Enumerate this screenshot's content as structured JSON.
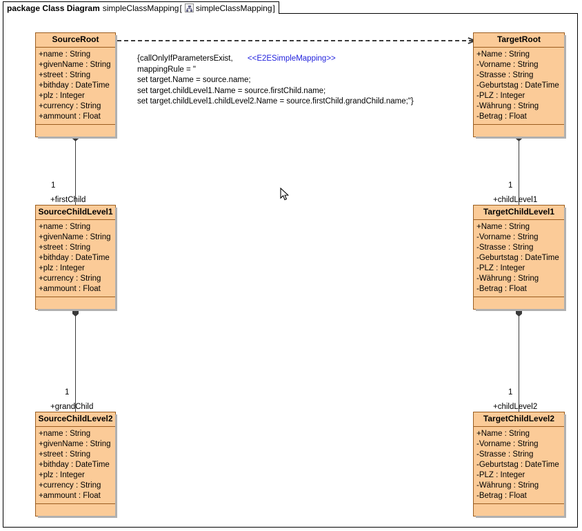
{
  "header": {
    "keyword": "package Class Diagram",
    "name": "simpleClassMapping",
    "bracket_open": "[",
    "icon": "class-diagram-icon",
    "inner_name": "simpleClassMapping",
    "bracket_close": "]"
  },
  "colors": {
    "class_fill": "#fbcb98",
    "class_border": "#9a5c1e",
    "stereotype_text": "#2222dd",
    "connector": "#3a3a3a",
    "canvas": "#ffffff"
  },
  "note": {
    "line1_main": "{callOnlyIfParametersExist,",
    "line1_stereotype": "<<E2ESimpleMapping>>",
    "line2": "mappingRule = \"",
    "line3": "set target.Name = source.name;",
    "line4": "set target.childLevel1.Name = source.firstChild.name;",
    "line5": "set target.childLevel1.childLevel2.Name = source.firstChild.grandChild.name;\"}"
  },
  "classes": [
    {
      "id": "source-root",
      "name": "SourceRoot",
      "attributes": [
        "+name : String",
        "+givenName : String",
        "+street : String",
        "+bithday : DateTime",
        "+plz : Integer",
        "+currency : String",
        "+ammount : Float"
      ]
    },
    {
      "id": "target-root",
      "name": "TargetRoot",
      "attributes": [
        "+Name : String",
        "-Vorname : String",
        "-Strasse : String",
        "-Geburtstag : DateTime",
        "-PLZ : Integer",
        "-Währung : String",
        "-Betrag : Float"
      ]
    },
    {
      "id": "source-child-level1",
      "name": "SourceChildLevel1",
      "attributes": [
        "+name : String",
        "+givenName : String",
        "+street : String",
        "+bithday : DateTime",
        "+plz : Integer",
        "+currency : String",
        "+ammount : Float"
      ]
    },
    {
      "id": "target-child-level1",
      "name": "TargetChildLevel1",
      "attributes": [
        "+Name : String",
        "-Vorname : String",
        "-Strasse : String",
        "-Geburtstag : DateTime",
        "-PLZ : Integer",
        "-Währung : String",
        "-Betrag : Float"
      ]
    },
    {
      "id": "source-child-level2",
      "name": "SourceChildLevel2",
      "attributes": [
        "+name : String",
        "+givenName : String",
        "+street : String",
        "+bithday : DateTime",
        "+plz : Integer",
        "+currency : String",
        "+ammount : Float"
      ]
    },
    {
      "id": "target-child-level2",
      "name": "TargetChildLevel2",
      "attributes": [
        "+Name : String",
        "-Vorname : String",
        "-Strasse : String",
        "-Geburtstag : DateTime",
        "-PLZ : Integer",
        "-Währung : String",
        "-Betrag : Float"
      ]
    }
  ],
  "associations": [
    {
      "id": "source-root-to-child1",
      "multiplicity": "1",
      "role": "+firstChild"
    },
    {
      "id": "target-root-to-child1",
      "multiplicity": "1",
      "role": "+childLevel1"
    },
    {
      "id": "source-child1-to-child2",
      "multiplicity": "1",
      "role": "+grandChild"
    },
    {
      "id": "target-child1-to-child2",
      "multiplicity": "1",
      "role": "+childLevel2"
    }
  ]
}
